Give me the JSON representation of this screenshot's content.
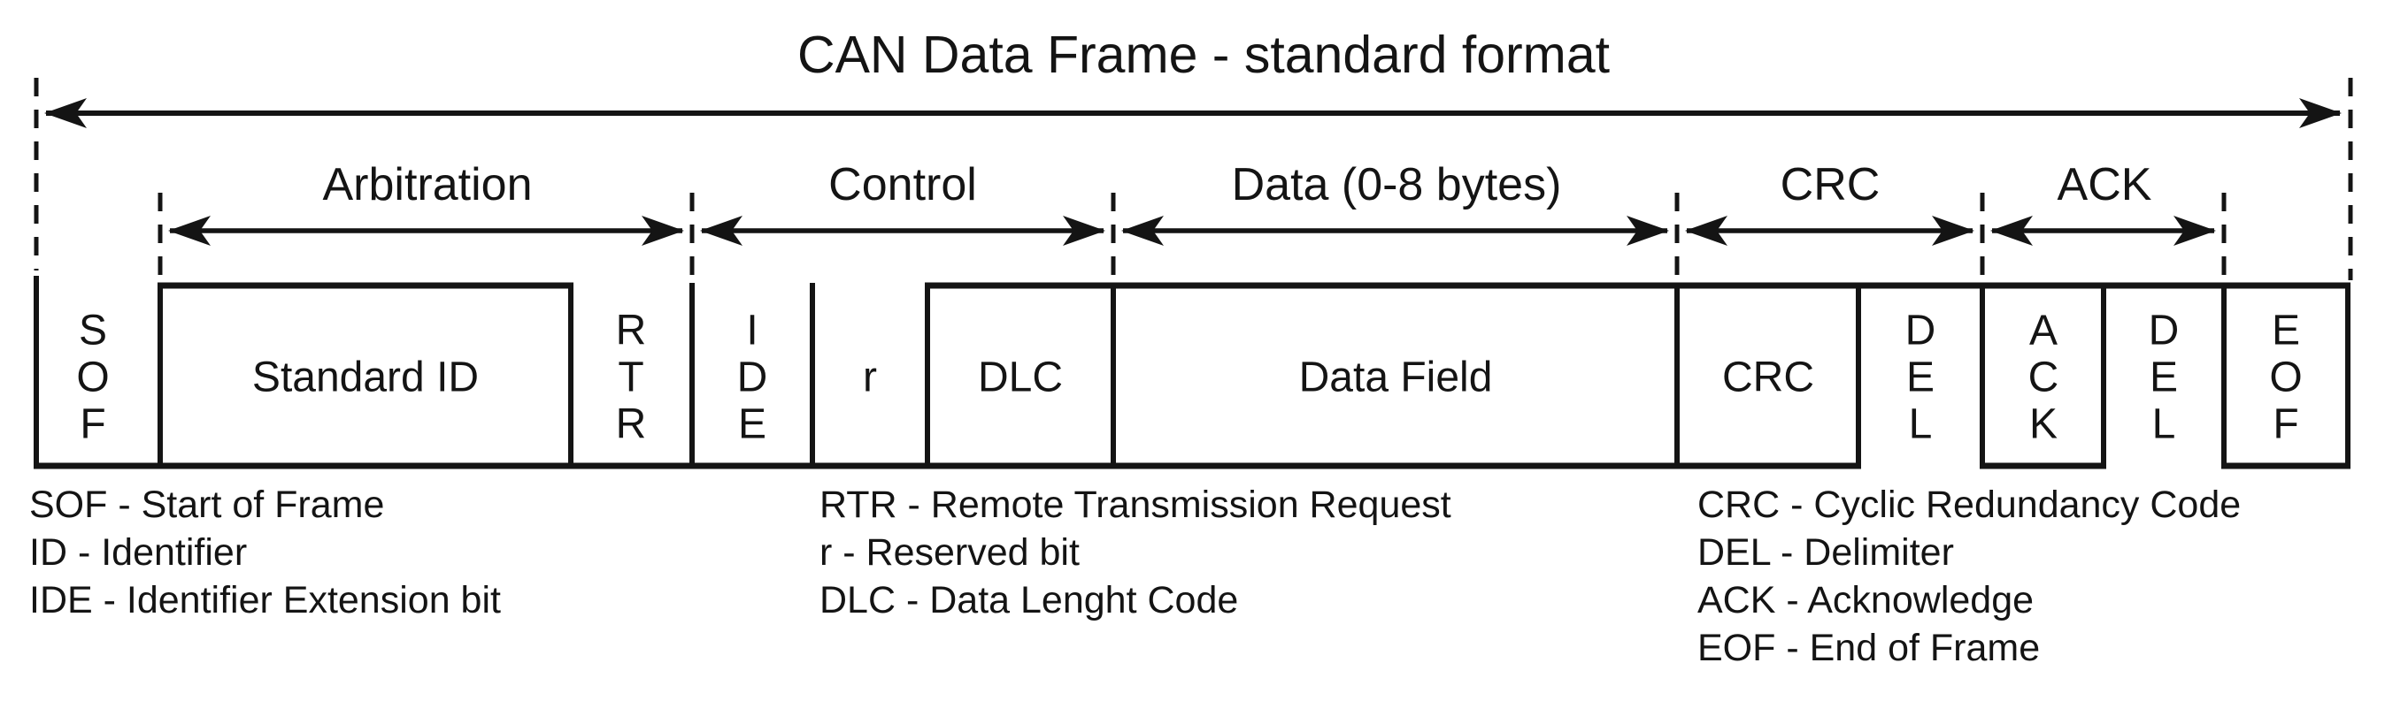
{
  "title": "CAN Data Frame - standard format",
  "sections": [
    {
      "label": "Arbitration"
    },
    {
      "label": "Control"
    },
    {
      "label": "Data (0-8 bytes)"
    },
    {
      "label": "CRC"
    },
    {
      "label": "ACK"
    }
  ],
  "fields": [
    {
      "label": "S\nO\nF"
    },
    {
      "label": "Standard ID"
    },
    {
      "label": "R\nT\nR"
    },
    {
      "label": "I\nD\nE"
    },
    {
      "label": "r"
    },
    {
      "label": "DLC"
    },
    {
      "label": "Data Field"
    },
    {
      "label": "CRC"
    },
    {
      "label": "D\nE\nL"
    },
    {
      "label": "A\nC\nK"
    },
    {
      "label": "D\nE\nL"
    },
    {
      "label": "E\nO\nF"
    }
  ],
  "legend": {
    "col1": [
      "SOF - Start of Frame",
      "ID - Identifier",
      "IDE - Identifier Extension bit"
    ],
    "col2": [
      "RTR - Remote Transmission Request",
      "r - Reserved bit",
      "DLC - Data Lenght Code"
    ],
    "col3": [
      "CRC - Cyclic Redundancy Code",
      "DEL - Delimiter",
      "ACK - Acknowledge",
      "EOF - End of Frame"
    ]
  },
  "colors": {
    "ink": "#141414",
    "background": "#ffffff"
  }
}
